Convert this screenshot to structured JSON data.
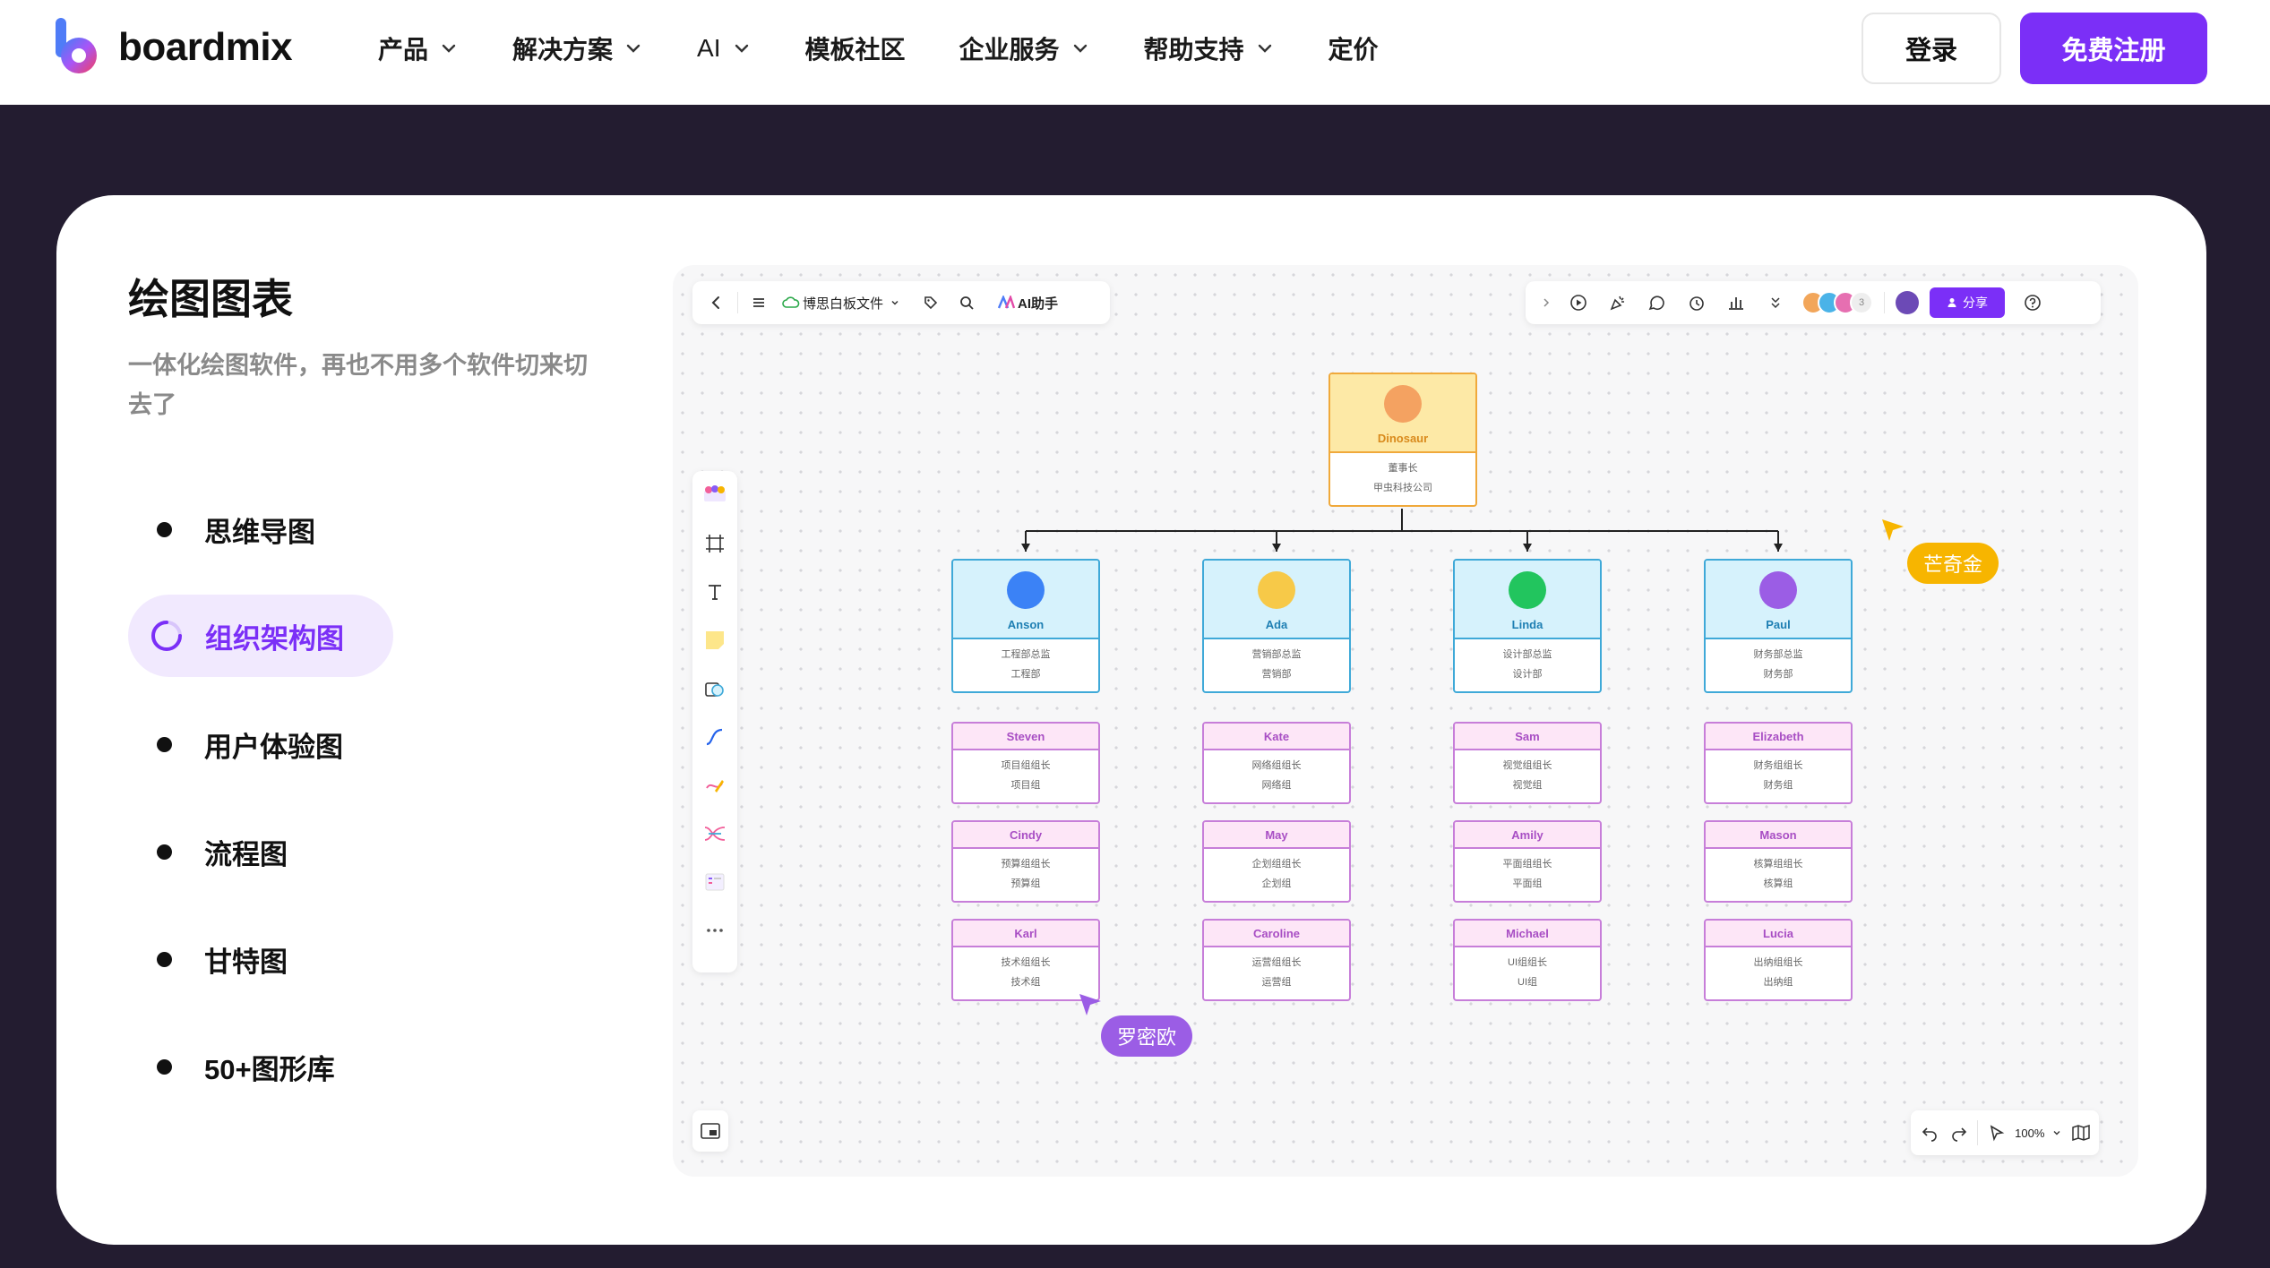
{
  "brand": {
    "name": "boardmix"
  },
  "nav": {
    "items": [
      {
        "label": "产品",
        "has_dropdown": true
      },
      {
        "label": "解决方案",
        "has_dropdown": true
      },
      {
        "label": "AI",
        "has_dropdown": true
      },
      {
        "label": "模板社区",
        "has_dropdown": false
      },
      {
        "label": "企业服务",
        "has_dropdown": true
      },
      {
        "label": "帮助支持",
        "has_dropdown": true
      },
      {
        "label": "定价",
        "has_dropdown": false
      }
    ],
    "login_label": "登录",
    "signup_label": "免费注册"
  },
  "colors": {
    "accent": "#7b2ff7",
    "page_bg": "#231c30",
    "active_pill_bg": "#f1e9fe"
  },
  "section": {
    "title": "绘图图表",
    "description": "一体化绘图软件，再也不用多个软件切来切去了",
    "features": [
      {
        "label": "思维导图",
        "active": false
      },
      {
        "label": "组织架构图",
        "active": true
      },
      {
        "label": "用户体验图",
        "active": false
      },
      {
        "label": "流程图",
        "active": false
      },
      {
        "label": "甘特图",
        "active": false
      },
      {
        "label": "50+图形库",
        "active": false
      }
    ]
  },
  "board": {
    "file_name": "博思白板文件",
    "ai_label": "AI助手",
    "collaborator_count": "3",
    "share_label": "分享",
    "zoom": "100%",
    "org": {
      "root": {
        "name": "Dinosaur",
        "line1": "董事长",
        "line2": "甲虫科技公司"
      },
      "managers": [
        {
          "name": "Anson",
          "line1": "工程部总监",
          "line2": "工程部",
          "staff": [
            {
              "name": "Steven",
              "line1": "项目组组长",
              "line2": "项目组"
            },
            {
              "name": "Cindy",
              "line1": "预算组组长",
              "line2": "预算组"
            },
            {
              "name": "Karl",
              "line1": "技术组组长",
              "line2": "技术组"
            }
          ]
        },
        {
          "name": "Ada",
          "line1": "营销部总监",
          "line2": "营销部",
          "staff": [
            {
              "name": "Kate",
              "line1": "网络组组长",
              "line2": "网络组"
            },
            {
              "name": "May",
              "line1": "企划组组长",
              "line2": "企划组"
            },
            {
              "name": "Caroline",
              "line1": "运营组组长",
              "line2": "运营组"
            }
          ]
        },
        {
          "name": "Linda",
          "line1": "设计部总监",
          "line2": "设计部",
          "staff": [
            {
              "name": "Sam",
              "line1": "视觉组组长",
              "line2": "视觉组"
            },
            {
              "name": "Amily",
              "line1": "平面组组长",
              "line2": "平面组"
            },
            {
              "name": "Michael",
              "line1": "UI组组长",
              "line2": "UI组"
            }
          ]
        },
        {
          "name": "Paul",
          "line1": "财务部总监",
          "line2": "财务部",
          "staff": [
            {
              "name": "Elizabeth",
              "line1": "财务组组长",
              "line2": "财务组"
            },
            {
              "name": "Mason",
              "line1": "核算组组长",
              "line2": "核算组"
            },
            {
              "name": "Lucia",
              "line1": "出纳组组长",
              "line2": "出纳组"
            }
          ]
        }
      ]
    },
    "cursors": [
      {
        "name": "芒奇金",
        "color": "#f7b500"
      },
      {
        "name": "罗密欧",
        "color": "#9b5de5"
      }
    ]
  }
}
